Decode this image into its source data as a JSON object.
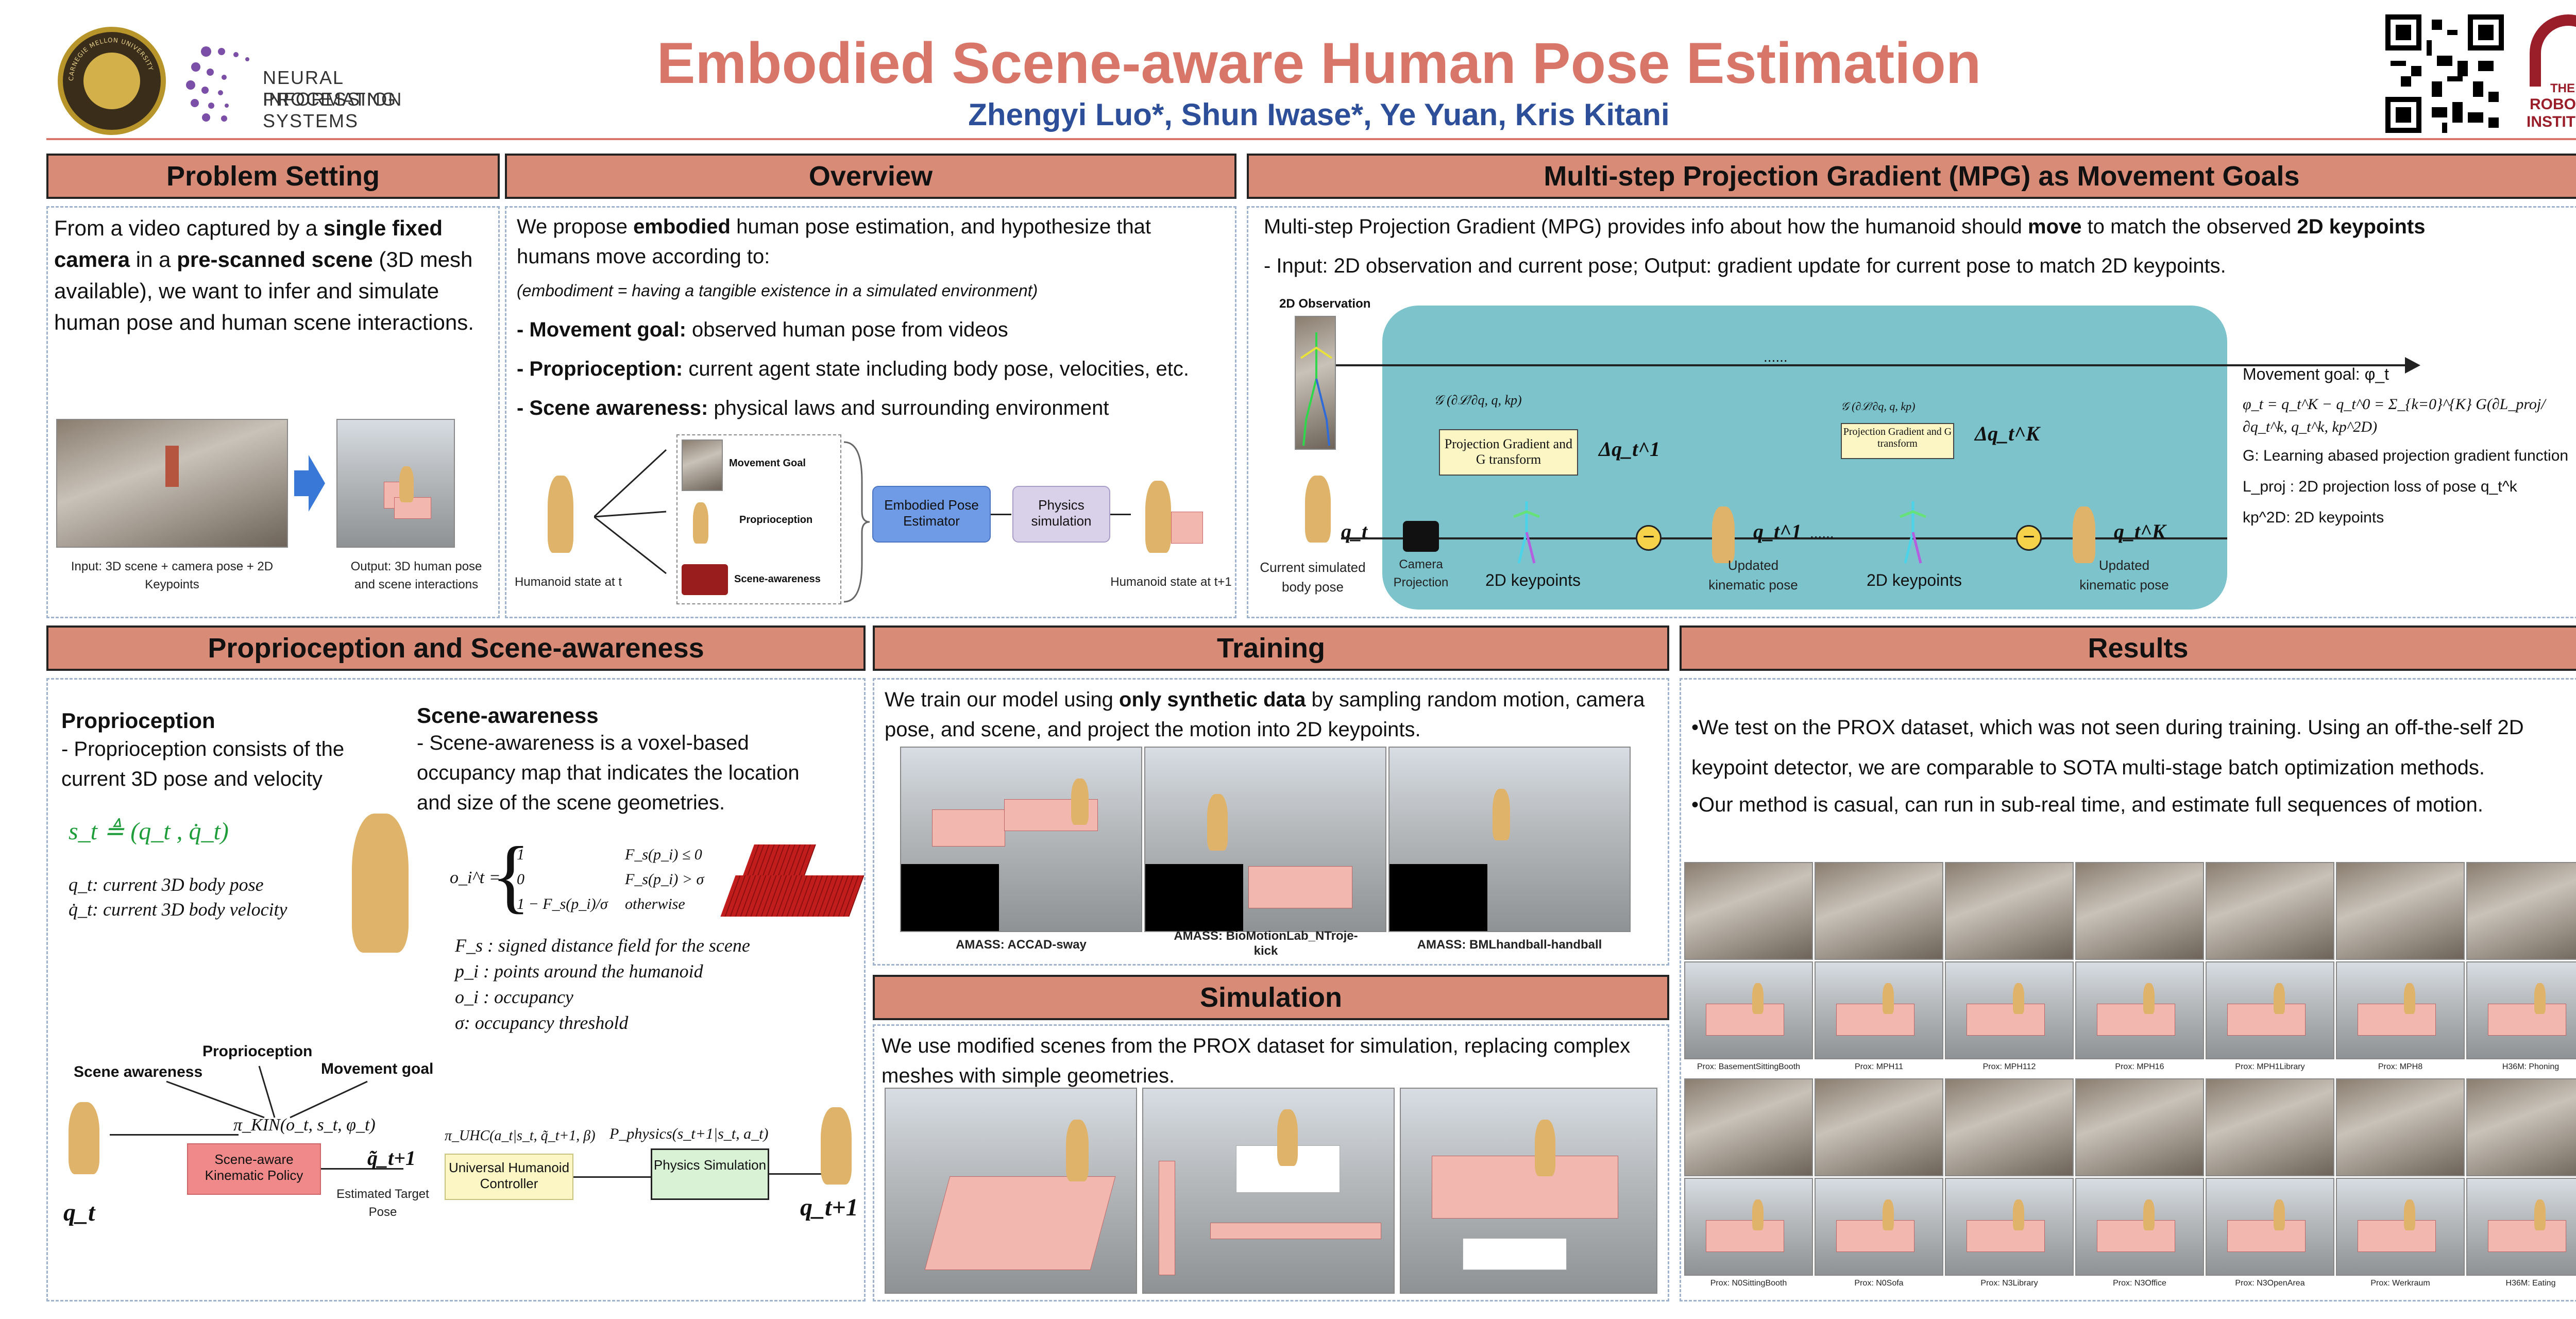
{
  "header": {
    "title": "Embodied Scene-aware Human Pose Estimation",
    "authors": "Zhengyi Luo*, Shun Iwase*, Ye Yuan, Kris Kitani",
    "neurips_logo_line1": "NEURAL INFORMATION",
    "neurips_logo_line2": "PROCESSING SYSTEMS",
    "ri_logo_line1": "THE",
    "ri_logo_line2": "ROBOTICS",
    "ri_logo_line3": "INSTITUTE",
    "cmu_seal_text": "CARNEGIE MELLON UNIVERSITY"
  },
  "sections": {
    "problem": "Problem Setting",
    "overview": "Overview",
    "mpg": "Multi-step Projection Gradient (MPG) as Movement Goals",
    "proprio": "Proprioception and Scene-awareness",
    "training": "Training",
    "results": "Results",
    "simulation": "Simulation"
  },
  "problem": {
    "p1": "From a video captured by a ",
    "b1": "single fixed camera",
    "p2": " in a ",
    "b2": "pre-scanned scene",
    "p3": " (3D mesh available), we want to infer and simulate human pose and human scene interactions.",
    "cap_input": "Input: 3D scene + camera pose + 2D Keypoints",
    "cap_output": "Output: 3D human pose and scene interactions"
  },
  "overview": {
    "p1": "We propose ",
    "b1": "embodied",
    "p2": " human pose estimation, and hypothesize that humans move according to:",
    "note": "(embodiment = having a tangible existence in a simulated environment)",
    "item1_b": "- Movement goal:",
    "item1": " observed human pose from videos",
    "item2_b": "- Proprioception:",
    "item2": " current agent state including body pose, velocities, etc.",
    "item3_b": "- Scene awareness:",
    "item3": " physical laws and surrounding environment",
    "lbl_state_t": "Humanoid state at t",
    "lbl_state_t1": "Humanoid state at t+1",
    "lbl_movement": "Movement Goal",
    "lbl_proprio": "Proprioception",
    "lbl_scene": "Scene-awareness",
    "box_estimator": "Embodied Pose Estimator",
    "box_physics": "Physics simulation"
  },
  "mpg": {
    "p1": "Multi-step Projection Gradient (MPG) provides info about how the humanoid should ",
    "b1": "move",
    "p2": " to match the observed ",
    "b2": "2D keypoints",
    "p3": "- Input: 2D observation and current pose; Output: gradient update for current pose to match 2D keypoints.",
    "obs_label": "2D Observation",
    "cur_pose": "Current simulated body pose",
    "cam_proj": "Camera Projection",
    "kp1": "2D keypoints",
    "kp2": "2D keypoints",
    "upd1": "Updated kinematic pose",
    "upd2": "Updated kinematic pose",
    "pg_box": "Projection Gradient and G transform",
    "pg_box2": "Projection Gradient and G transform",
    "dots": "......",
    "qt": "q_t",
    "q1": "q_t^1",
    "qK": "q_t^K",
    "dq1": "Δq_t^1",
    "dqK": "Δq_t^K",
    "mg": "Movement goal: φ_t",
    "eq": "φ_t = q_t^K − q_t^0 = Σ_{k=0}^{K} G(∂L_proj/∂q_t^k, q_t^k, kp^2D)",
    "g_def": "G: Learning abased projection gradient function",
    "l_def": "L_proj : 2D projection loss of pose q_t^k",
    "kp_def": "kp^2D: 2D keypoints"
  },
  "proprio": {
    "h1": "Proprioception",
    "t1": "- Proprioception consists of the current 3D pose and velocity",
    "eq1": "s_t ≜ (q_t , q̇_t)",
    "d1": "q_t: current 3D body pose",
    "d2": "q̇_t: current 3D body velocity",
    "h2": "Scene-awareness",
    "t2": "- Scene-awareness is a voxel-based occupancy map that indicates the location and size of the scene geometries.",
    "case1": "1",
    "case1c": "F_s(p_i) ≤ 0",
    "case2": "0",
    "case2c": "F_s(p_i) > σ",
    "case3": "1 − F_s(p_i)/σ",
    "case3c": "otherwise",
    "oi": "o_i^t =",
    "f1": "F_s : signed distance field for the scene",
    "f2": "p_i : points around the humanoid",
    "f3": "o_i : occupancy",
    "f4": "σ: occupancy threshold",
    "lbl_prop": "Proprioception",
    "lbl_scene": "Scene awareness",
    "lbl_goal": "Movement goal",
    "pi_kin": "π_KIN(o_t, s_t, φ_t)",
    "kin_box": "Scene-aware Kinematic Policy",
    "qt_tilde": "q̃_t+1",
    "est": "Estimated Target Pose",
    "pi_uhc": "π_UHC(a_t|s_t, q̃_t+1, β)",
    "uhc_box": "Universal Humanoid Controller",
    "p_phys": "P_physics(s_t+1|s_t, a_t)",
    "phys_box": "Physics Simulation",
    "qt": "q_t",
    "qt1": "q_t+1"
  },
  "training": {
    "p1": "We train our model using ",
    "b1": "only synthetic data",
    "p2": " by sampling random motion, camera pose, and scene, and project the motion into 2D keypoints.",
    "cap1": "AMASS: ACCAD-sway",
    "cap2": "AMASS: BioMotionLab_NTroje-kick",
    "cap3": "AMASS: BMLhandball-handball"
  },
  "simulation": {
    "p1": "We use modified scenes from the PROX dataset for simulation, replacing complex meshes with simple geometries."
  },
  "results": {
    "b1": "We test on the PROX dataset, which was not seen during training. Using an off-the-self 2D keypoint detector, we are comparable to SOTA multi-stage batch optimization methods.",
    "b2": "Our method is casual, can run in sub-real time, and estimate full sequences of motion.",
    "row1": [
      "Prox: BasementSittingBooth",
      "Prox: MPH11",
      "Prox: MPH112",
      "Prox: MPH16",
      "Prox: MPH1Library",
      "Prox: MPH8",
      "H36M: Phoning"
    ],
    "row2": [
      "Prox: N0SittingBooth",
      "Prox: N0Sofa",
      "Prox: N3Library",
      "Prox: N3Office",
      "Prox: N3OpenArea",
      "Prox: Werkraum",
      "H36M: Eating"
    ]
  },
  "colors": {
    "title": "#d9766a",
    "authors": "#2d4f9a",
    "banner": "#d88b77",
    "teal": "#7cc3cc",
    "estimator": "#6f9be6",
    "physics": "#d9d0ea",
    "kin": "#f08a8a",
    "uhc": "#fbf6c4",
    "phys_sim": "#d9f2d6"
  }
}
